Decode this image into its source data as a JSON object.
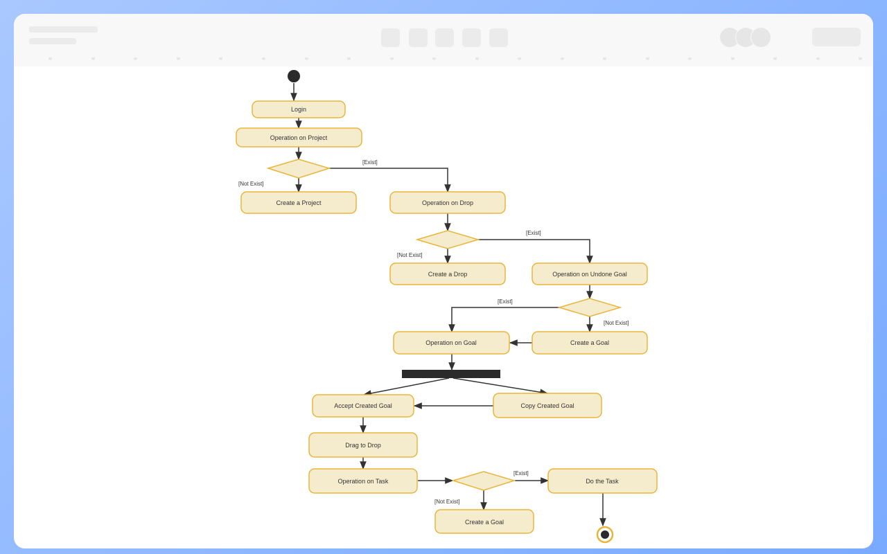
{
  "diagram": {
    "nodes": {
      "login": "Login",
      "operation_on_project": "Operation on Project",
      "create_project": "Create a Project",
      "operation_on_drop": "Operation on Drop",
      "create_drop": "Create a Drop",
      "operation_on_undone_goal": "Operation on Undone Goal",
      "operation_on_goal": "Operation on Goal",
      "create_goal": "Create a Goal",
      "accept_created_goal": "Accept Created Goal",
      "copy_created_goal": "Copy Created Goal",
      "drag_to_drop": "Drag to Drop",
      "operation_on_task": "Operation on Task",
      "do_the_task": "Do the Task",
      "create_goal_2": "Create a Goal"
    },
    "guards": {
      "project_exist": "[Exist]",
      "project_not_exist": "[Not Exist]",
      "drop_exist": "[Exist]",
      "drop_not_exist": "[Not Exist]",
      "goal_exist": "[Exist]",
      "goal_not_exist": "[Not Exist]",
      "task_exist": "[Exist]",
      "task_not_exist": "[Not Exist]"
    },
    "colors": {
      "node_fill": "#f5ecce",
      "node_stroke": "#e8b53a",
      "edge": "#333333",
      "fork_bar": "#2b2b2b"
    }
  }
}
